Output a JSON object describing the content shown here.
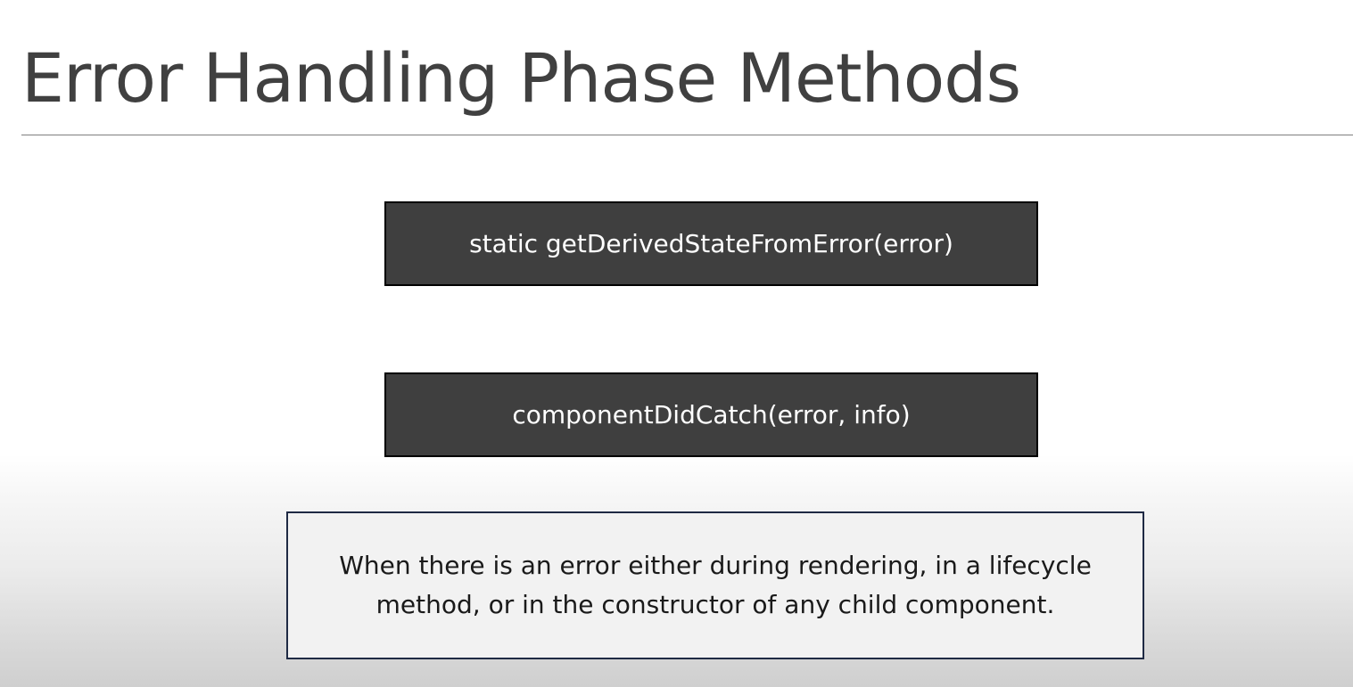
{
  "slide": {
    "title": "Error Handling Phase Methods",
    "methods": [
      {
        "label": "static getDerivedStateFromError(error)"
      },
      {
        "label": "componentDidCatch(error, info)"
      }
    ],
    "note": {
      "line1": "When there is an error either during rendering, in a lifecycle",
      "line2": "method, or in the constructor of any child component."
    }
  },
  "colors": {
    "title_text": "#404040",
    "method_box_fill": "#3f3f3f",
    "method_box_text": "#ffffff",
    "note_box_fill": "#f2f2f2",
    "note_box_border": "#1f2a44"
  }
}
